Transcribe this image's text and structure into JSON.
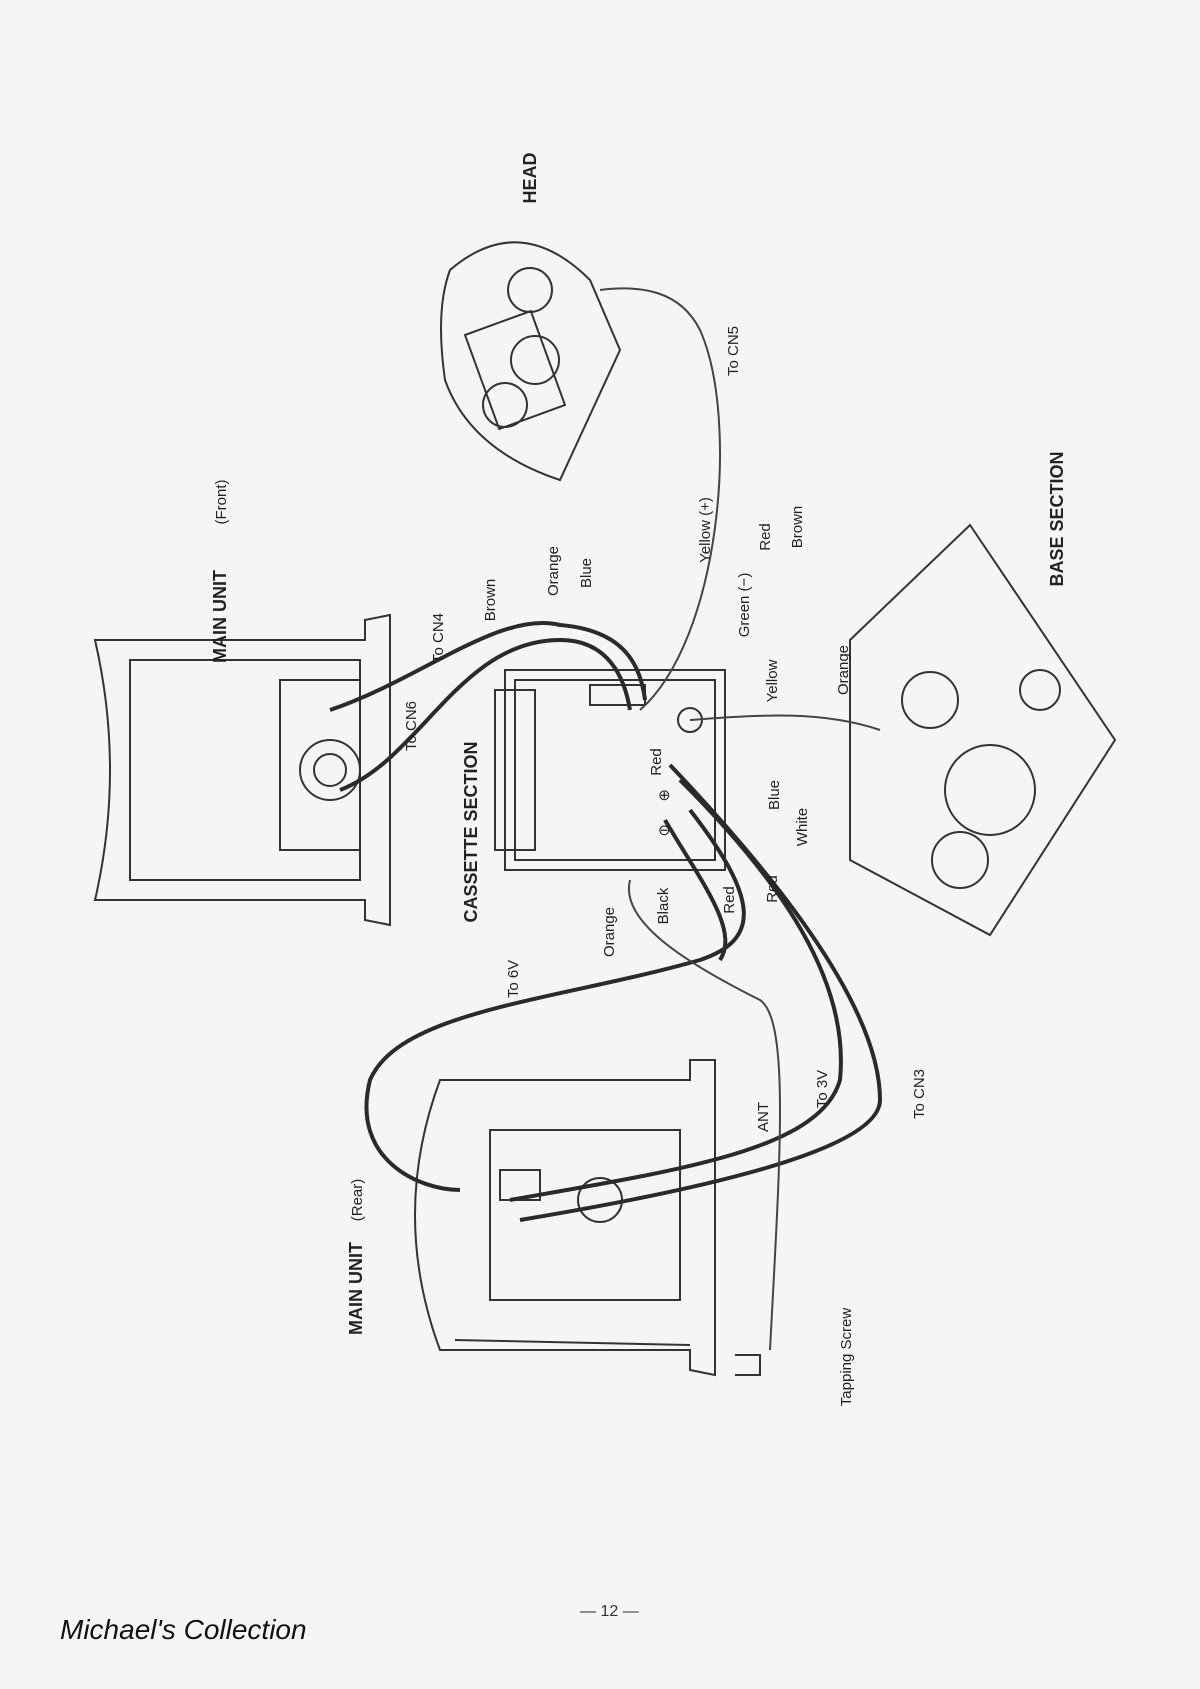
{
  "labels": {
    "head": "HEAD",
    "main_front": "MAIN UNIT",
    "main_front_sub": "(Front)",
    "base": "BASE SECTION",
    "cassette": "CASSETTE SECTION",
    "main_rear": "MAIN UNIT",
    "main_rear_sub": "(Rear)",
    "to_cn5": "To CN5",
    "to_cn4": "To CN4",
    "to_cn6": "To CN6",
    "brown1": "Brown",
    "orange1": "Orange",
    "blue1": "Blue",
    "yellow_plus": "Yellow (+)",
    "green_minus": "Green (−)",
    "red1": "Red",
    "brown2": "Brown",
    "yellow2": "Yellow",
    "orange2": "Orange",
    "red2": "Red",
    "blue2": "Blue",
    "white": "White",
    "orange3": "Orange",
    "black": "Black",
    "red3": "Red",
    "red4": "Red",
    "plus": "⊕",
    "minus": "⊖",
    "to_6v": "To 6V",
    "ant": "ANT",
    "to_3v": "To 3V",
    "to_cn3": "To CN3",
    "tapping_screw": "Tapping Screw"
  },
  "page_number": "— 12 —",
  "footer": "Michael's Collection"
}
